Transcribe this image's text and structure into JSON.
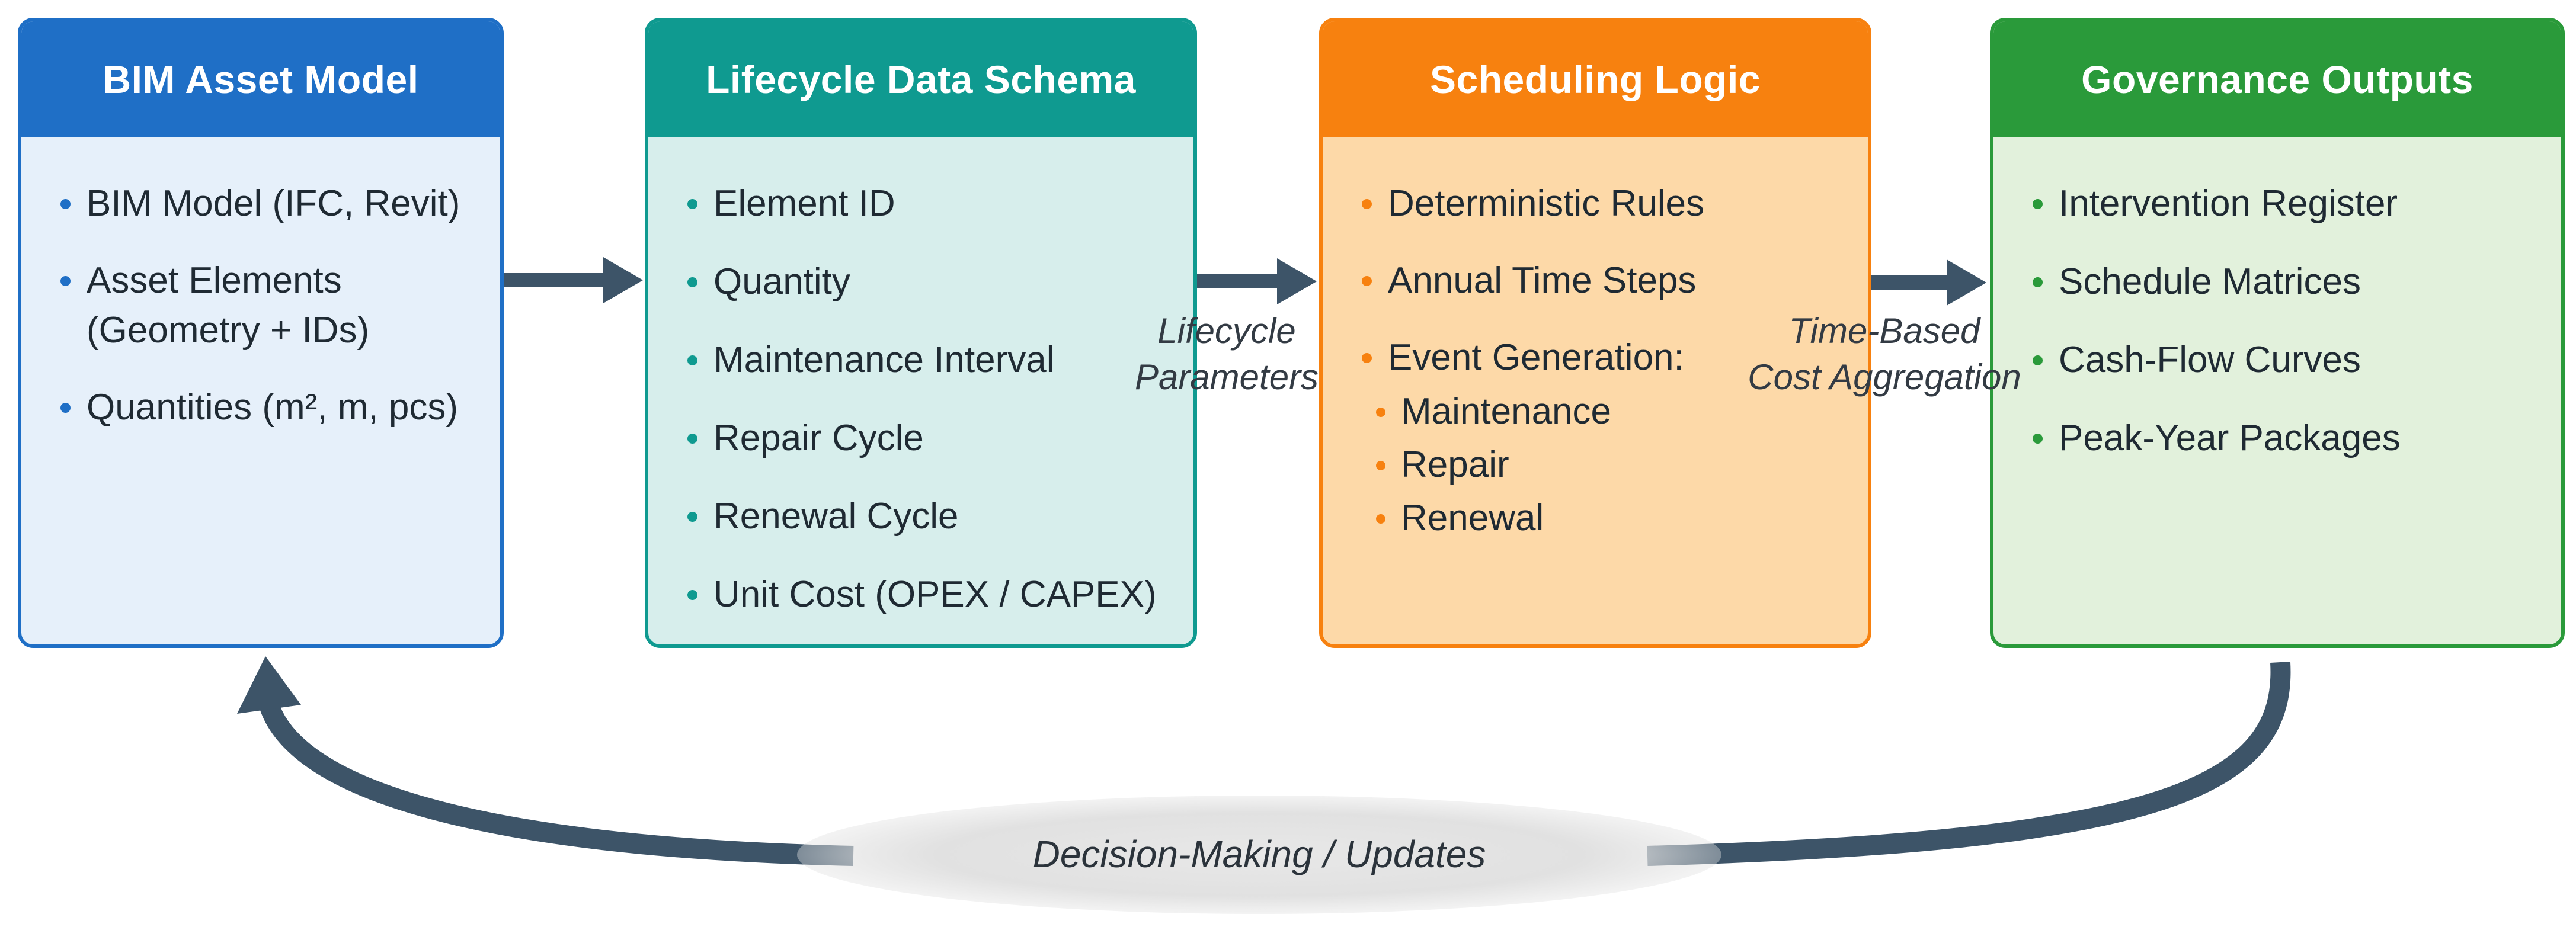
{
  "colors": {
    "bim": "#1f6fc6",
    "schema": "#0f9a90",
    "scheduling": "#f7810f",
    "governance": "#2a9a3a",
    "arrow": "#3d5468"
  },
  "boxes": {
    "bim": {
      "title": "BIM Asset Model",
      "items": [
        {
          "line1": "BIM Model (IFC, Revit)",
          "line2": ""
        },
        {
          "line1": "Asset Elements",
          "line2": "(Geometry + IDs)"
        },
        {
          "line1": "Quantities (m², m, pcs)",
          "line2": ""
        }
      ]
    },
    "schema": {
      "title": "Lifecycle Data Schema",
      "items": [
        "Element ID",
        "Quantity",
        "Maintenance Interval",
        "Repair Cycle",
        "Renewal Cycle",
        "Unit Cost (OPEX / CAPEX)"
      ]
    },
    "scheduling": {
      "title": "Scheduling Logic",
      "items": [
        "Deterministic Rules",
        "Annual Time Steps",
        "Event Generation:"
      ],
      "subitems": [
        "Maintenance",
        "Repair",
        "Renewal"
      ]
    },
    "governance": {
      "title": "Governance Outputs",
      "items": [
        "Intervention Register",
        "Schedule Matrices",
        "Cash-Flow Curves",
        "Peak-Year Packages"
      ]
    }
  },
  "edges": {
    "schema_to_scheduling": {
      "line1": "Lifecycle",
      "line2": "Parameters"
    },
    "scheduling_to_governance": {
      "line1": "Time-Based",
      "line2": "Cost Aggregation"
    },
    "feedback": "Decision-Making / Updates"
  }
}
